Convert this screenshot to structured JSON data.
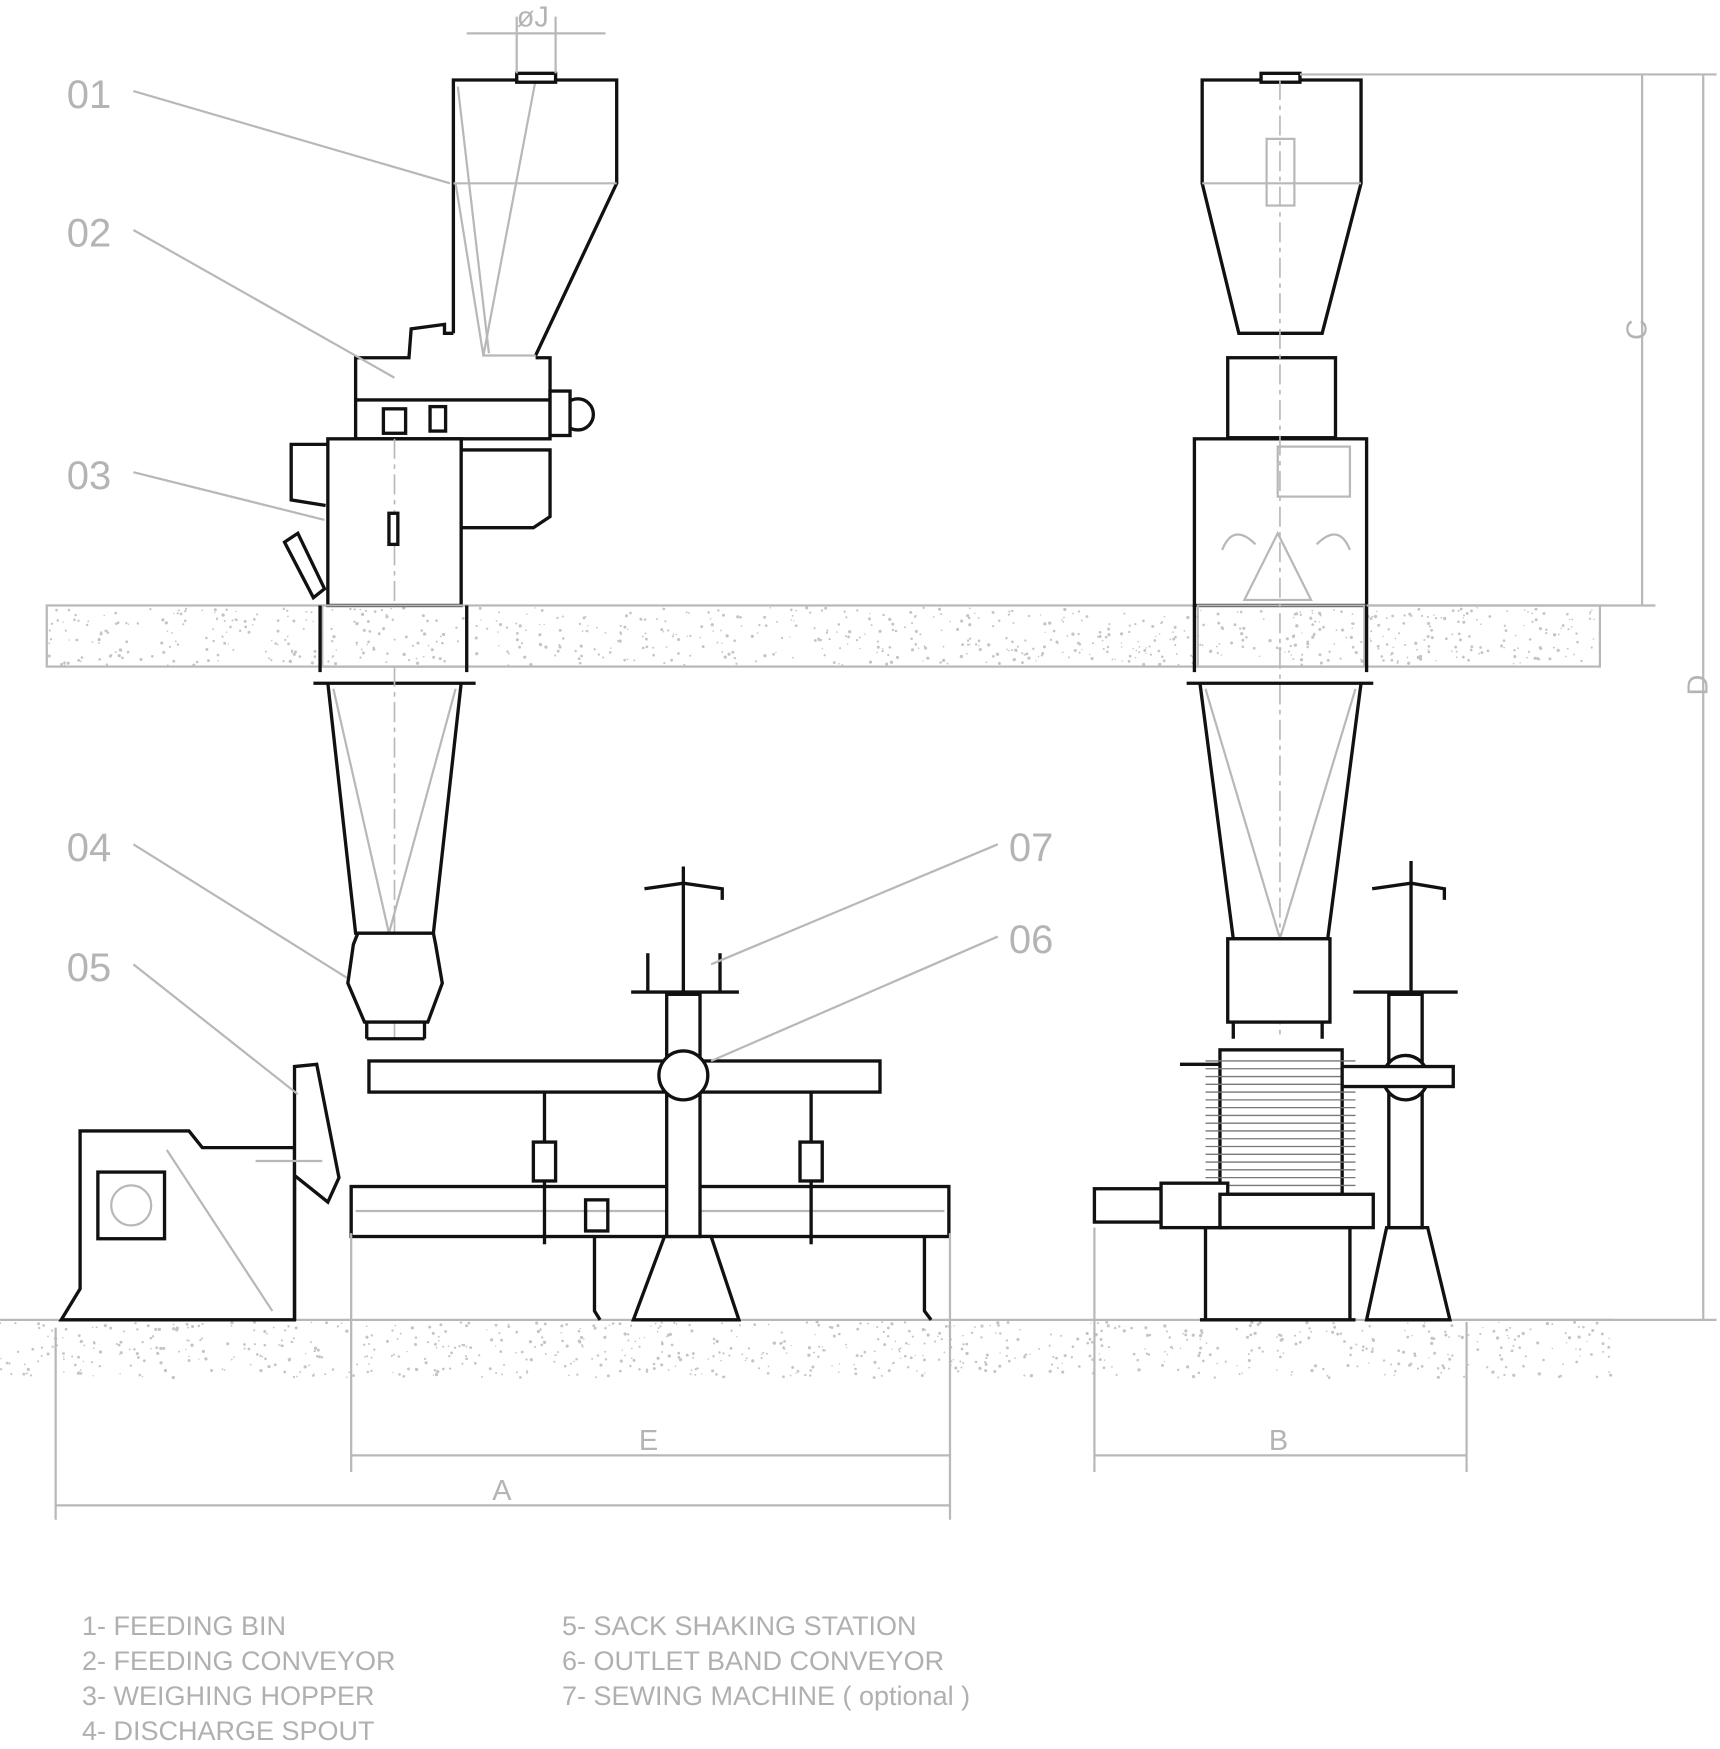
{
  "callouts": [
    "01",
    "02",
    "03",
    "04",
    "05",
    "06",
    "07"
  ],
  "dimensions": {
    "a": "A",
    "b": "B",
    "c": "C",
    "d": "D",
    "e": "E",
    "j": "øJ"
  },
  "legend": {
    "left": [
      "1- FEEDING BIN",
      "2- FEEDING CONVEYOR",
      "3- WEIGHING HOPPER",
      "4- DISCHARGE SPOUT"
    ],
    "right": [
      "5- SACK SHAKING STATION",
      "6- OUTLET BAND CONVEYOR",
      "7- SEWING MACHINE ( optional )"
    ]
  },
  "colors": {
    "line": "#111111",
    "secondary": "#b8b8b8",
    "text": "#b4b4b4"
  }
}
